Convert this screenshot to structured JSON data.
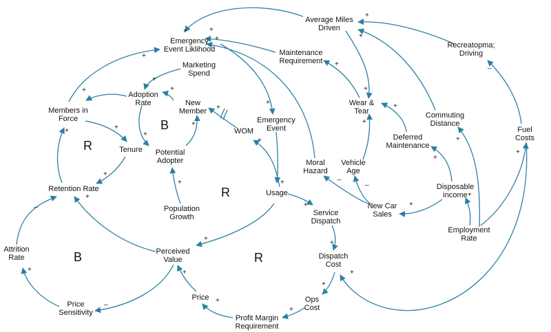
{
  "colors": {
    "arrow": "#2b7fa4",
    "text": "#111111",
    "background": "#ffffff"
  },
  "nodes": {
    "emergency_event_likelihood": [
      "Emergency",
      "Event Liklihood"
    ],
    "average_miles_driven": [
      "Average Miles",
      "Driven"
    ],
    "recreational_driving": [
      "Recreatopma;",
      "Driving"
    ],
    "marketing_spend": [
      "Marketing",
      "Spend"
    ],
    "maintenance_requirement": [
      "Maintenance",
      "Requirement"
    ],
    "adoption_rate": [
      "Adoption",
      "Rate"
    ],
    "new_member": [
      "New",
      "Member"
    ],
    "members_in_force": [
      "Members in",
      "Force"
    ],
    "wear_and_tear": [
      "Wear &",
      "Tear"
    ],
    "emergency_event": [
      "Emergency",
      "Event"
    ],
    "wom": [
      "WOM"
    ],
    "commuting_distance": [
      "Commuting",
      "Distance"
    ],
    "fuel_costs": [
      "Fuel",
      "Costs"
    ],
    "deferred_maintenance": [
      "Deferred",
      "Maintenance"
    ],
    "tenure": [
      "Tenure"
    ],
    "potential_adopter": [
      "Potential",
      "Adopter"
    ],
    "moral_hazard": [
      "Moral",
      "Hazard"
    ],
    "vehicle_age": [
      "Vehicle",
      "Age"
    ],
    "retention_rate": [
      "Retention Rate"
    ],
    "disposable_income": [
      "Disposable",
      "income"
    ],
    "usage": [
      "Usage"
    ],
    "new_car_sales": [
      "New Car",
      "Sales"
    ],
    "population_growth": [
      "Population",
      "Growth"
    ],
    "service_dispatch": [
      "Service",
      "Dispatch"
    ],
    "employment_rate": [
      "Employment",
      "Rate"
    ],
    "attrition_rate": [
      "Attrition",
      "Rate"
    ],
    "perceived_value": [
      "Perceived",
      "Value"
    ],
    "dispatch_cost": [
      "Dispatch",
      "Cost"
    ],
    "price": [
      "Price"
    ],
    "ops_cost": [
      "Ops",
      "Cost"
    ],
    "price_sensitivity": [
      "Price",
      "Sensitivity"
    ],
    "profit_margin_requirement": [
      "Profit Margin",
      "Requirement"
    ]
  },
  "loops": [
    {
      "id": "loop-b-adoption",
      "label": "B"
    },
    {
      "id": "loop-r-retention",
      "label": "R"
    },
    {
      "id": "loop-r-usage",
      "label": "R"
    },
    {
      "id": "loop-b-attrition",
      "label": "B"
    },
    {
      "id": "loop-r-cost",
      "label": "R"
    }
  ],
  "polarities": {
    "positive": "+",
    "negative": "_"
  },
  "edges": [
    {
      "from": "average_miles_driven",
      "to": "emergency_event_likelihood",
      "polarity": "+"
    },
    {
      "from": "recreational_driving",
      "to": "average_miles_driven",
      "polarity": "+"
    },
    {
      "from": "fuel_costs",
      "to": "recreational_driving",
      "polarity": "-"
    },
    {
      "from": "commuting_distance",
      "to": "average_miles_driven",
      "polarity": "+"
    },
    {
      "from": "average_miles_driven",
      "to": "wear_and_tear",
      "polarity": "+"
    },
    {
      "from": "maintenance_requirement",
      "to": "emergency_event_likelihood",
      "polarity": "+"
    },
    {
      "from": "wear_and_tear",
      "to": "maintenance_requirement",
      "polarity": "+"
    },
    {
      "from": "emergency_event_likelihood",
      "to": "emergency_event",
      "polarity": "+"
    },
    {
      "from": "moral_hazard",
      "to": "emergency_event_likelihood",
      "polarity": "+"
    },
    {
      "from": "members_in_force",
      "to": "emergency_event_likelihood",
      "polarity": "+"
    },
    {
      "from": "marketing_spend",
      "to": "adoption_rate",
      "polarity": "+"
    },
    {
      "from": "adoption_rate",
      "to": "members_in_force",
      "polarity": "+"
    },
    {
      "from": "adoption_rate",
      "to": "potential_adopter",
      "polarity": "+"
    },
    {
      "from": "potential_adopter",
      "to": "new_member",
      "polarity": "+"
    },
    {
      "from": "new_member",
      "to": "adoption_rate",
      "polarity": "+"
    },
    {
      "from": "wom",
      "to": "new_member",
      "polarity": "+"
    },
    {
      "from": "usage",
      "to": "wom",
      "polarity": "+"
    },
    {
      "from": "emergency_event",
      "to": "usage",
      "polarity": "+"
    },
    {
      "from": "members_in_force",
      "to": "tenure",
      "polarity": "+"
    },
    {
      "from": "tenure",
      "to": "retention_rate",
      "polarity": "+"
    },
    {
      "from": "retention_rate",
      "to": "members_in_force",
      "polarity": "+"
    },
    {
      "from": "population_growth",
      "to": "potential_adopter",
      "polarity": "+"
    },
    {
      "from": "usage",
      "to": "perceived_value",
      "polarity": "+"
    },
    {
      "from": "perceived_value",
      "to": "retention_rate",
      "polarity": "+"
    },
    {
      "from": "usage",
      "to": "service_dispatch",
      "polarity": "+"
    },
    {
      "from": "service_dispatch",
      "to": "dispatch_cost",
      "polarity": "+"
    },
    {
      "from": "dispatch_cost",
      "to": "ops_cost",
      "polarity": "+"
    },
    {
      "from": "ops_cost",
      "to": "profit_margin_requirement",
      "polarity": "+"
    },
    {
      "from": "profit_margin_requirement",
      "to": "price",
      "polarity": "+"
    },
    {
      "from": "price",
      "to": "perceived_value",
      "polarity": "+"
    },
    {
      "from": "perceived_value",
      "to": "price_sensitivity",
      "polarity": "-"
    },
    {
      "from": "price_sensitivity",
      "to": "attrition_rate",
      "polarity": "+"
    },
    {
      "from": "attrition_rate",
      "to": "retention_rate",
      "polarity": "-"
    },
    {
      "from": "fuel_costs",
      "to": "dispatch_cost",
      "polarity": "+"
    },
    {
      "from": "employment_rate",
      "to": "fuel_costs",
      "polarity": "+"
    },
    {
      "from": "employment_rate",
      "to": "commuting_distance",
      "polarity": "+"
    },
    {
      "from": "employment_rate",
      "to": "disposable_income",
      "polarity": "+"
    },
    {
      "from": "disposable_income",
      "to": "deferred_maintenance",
      "polarity": "+"
    },
    {
      "from": "disposable_income",
      "to": "new_car_sales",
      "polarity": "+"
    },
    {
      "from": "deferred_maintenance",
      "to": "wear_and_tear",
      "polarity": "+"
    },
    {
      "from": "vehicle_age",
      "to": "wear_and_tear",
      "polarity": "+"
    },
    {
      "from": "new_car_sales",
      "to": "vehicle_age",
      "polarity": "-"
    },
    {
      "from": "new_car_sales",
      "to": "moral_hazard",
      "polarity": "-"
    }
  ]
}
